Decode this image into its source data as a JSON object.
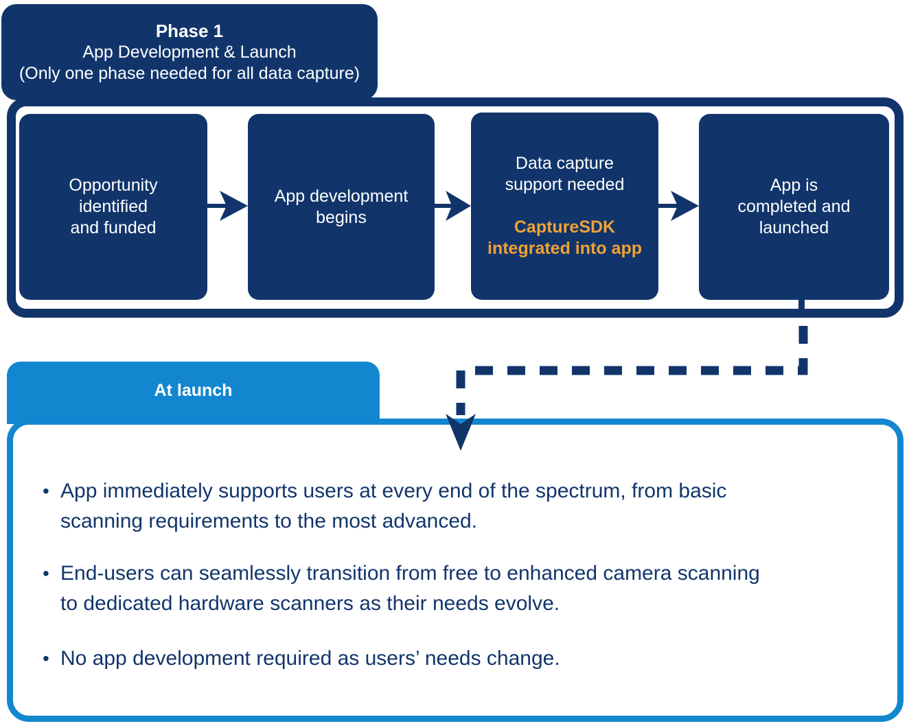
{
  "colors": {
    "navy": "#11356B",
    "light_blue": "#1287D0",
    "orange": "#F2A134",
    "white": "#FFFFFF"
  },
  "phase_header": {
    "title": "Phase 1",
    "subtitle": "App Development & Launch",
    "note": "(Only one phase needed for all data capture)"
  },
  "steps": {
    "step1": {
      "line1": "Opportunity",
      "line2": "identified",
      "line3": "and funded"
    },
    "step2": {
      "line1": "App development",
      "line2": "begins"
    },
    "step3": {
      "line1": "Data capture",
      "line2": "support needed",
      "highlight1": "CaptureSDK",
      "highlight2": "integrated into app"
    },
    "step4": {
      "line1": "App is",
      "line2": "completed and",
      "line3": "launched"
    }
  },
  "launch": {
    "tab_label": "At launch",
    "marker": "•",
    "bullet1": {
      "line1": "App immediately supports users at every end of the spectrum, from basic",
      "line2": "scanning requirements to the most advanced."
    },
    "bullet2": {
      "line1": "End-users can seamlessly transition from free to enhanced camera scanning",
      "line2": "to dedicated hardware scanners as their needs evolve."
    },
    "bullet3": {
      "line1": "No app development required as users’ needs change."
    }
  }
}
